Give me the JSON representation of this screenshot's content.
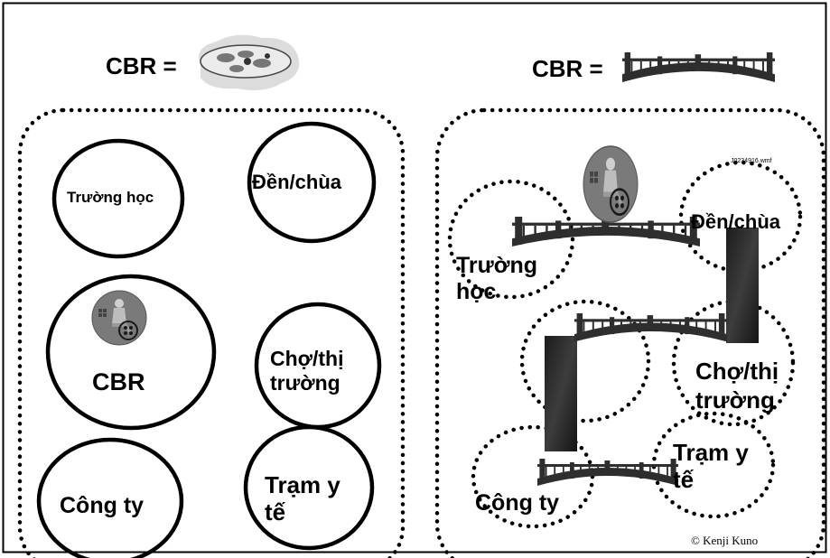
{
  "left": {
    "heading": "CBR =",
    "heading_icon": "water-lily-pond-icon",
    "nodes": [
      {
        "label": "Trường học"
      },
      {
        "label": "Đền/chùa"
      },
      {
        "label": "CBR",
        "icon": "wheelchair-user-icon"
      },
      {
        "label": "Chợ/thị trường"
      },
      {
        "label": "Công ty"
      },
      {
        "label": "Trạm y tế"
      }
    ]
  },
  "right": {
    "heading": "CBR =",
    "heading_icon": "arched-bridge-icon",
    "file_label": "J0234916.wmf",
    "nodes": [
      {
        "label": "Trường học"
      },
      {
        "label": "Đền/chùa"
      },
      {
        "label": "Chợ/thị trường"
      },
      {
        "label": "Công ty"
      },
      {
        "label": "Trạm y tế"
      }
    ],
    "center_icon": "wheelchair-user-icon",
    "bridge_icon": "arched-bridge-icon"
  },
  "copyright": "© Kenji Kuno",
  "colors": {
    "ink": "#000000",
    "paper": "#ffffff",
    "pond": "#d9d9d9",
    "bridge": "#3a3a3a",
    "photo": "#2a2a2a"
  }
}
